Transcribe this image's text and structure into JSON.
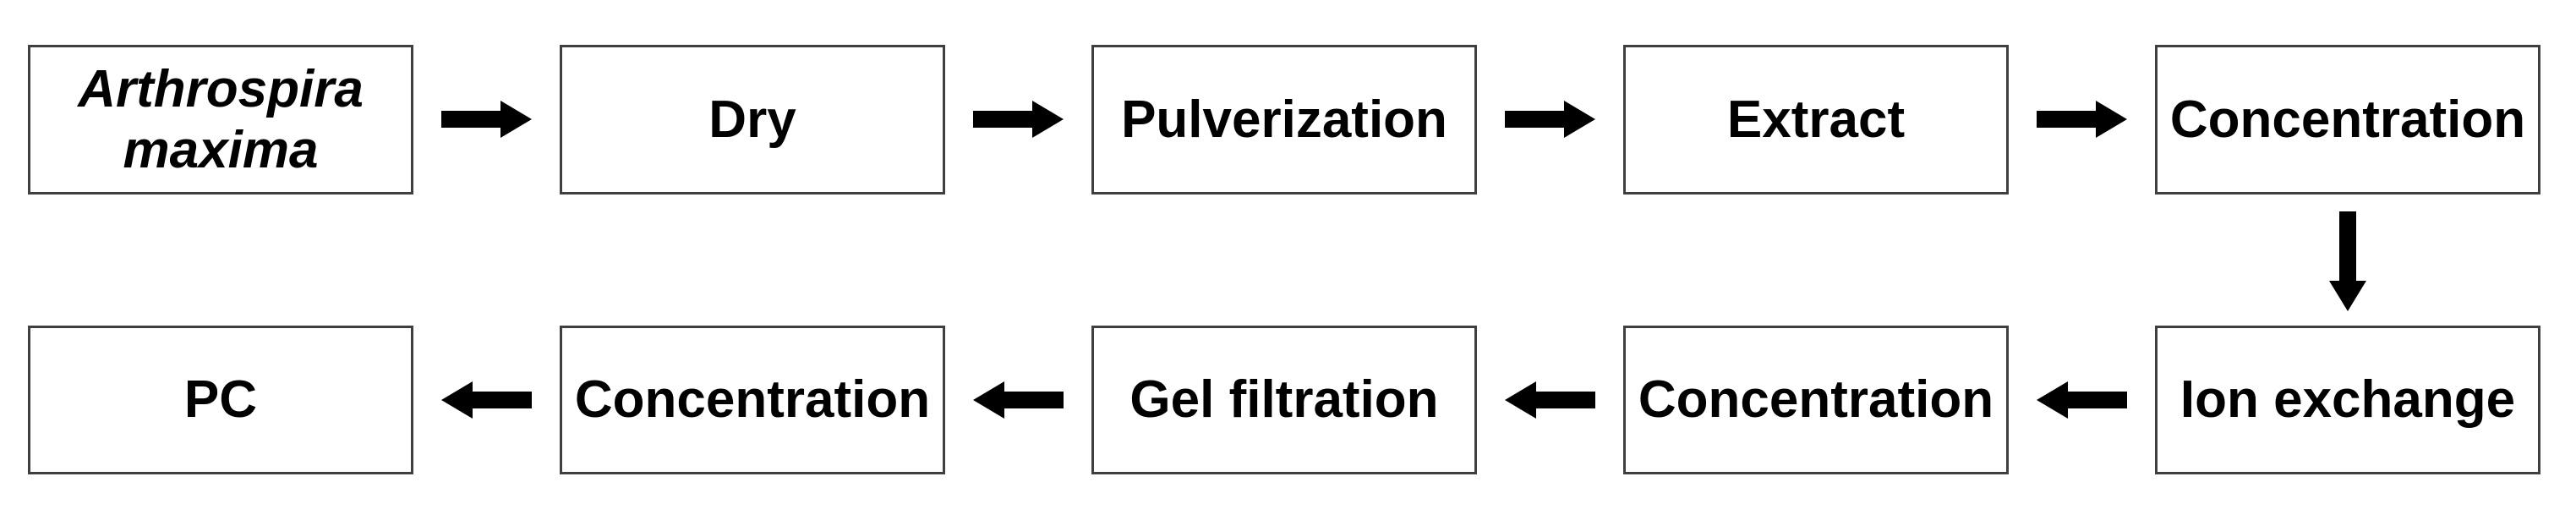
{
  "colors": {
    "background": "#ffffff",
    "box_fill": "#ffffff",
    "box_border": "#3f3f3f",
    "arrow": "#000000",
    "text": "#000000"
  },
  "flow": {
    "type": "flowchart",
    "description": "Two-row serpentine process flow; top row flows left to right, a vertical connector drops from the last top box to the last bottom box, bottom row flows right to left.",
    "rows": [
      {
        "name": "top",
        "arrow_direction": "right",
        "boxes": [
          {
            "label": "Arthrospira maxima",
            "line1": "Arthrospira",
            "line2": "maxima",
            "italic": true
          },
          {
            "label": "Dry"
          },
          {
            "label": "Pulverization"
          },
          {
            "label": "Extract"
          },
          {
            "label": "Concentration"
          }
        ]
      },
      {
        "name": "bottom",
        "arrow_direction": "left",
        "boxes": [
          {
            "label": "PC"
          },
          {
            "label": "Concentration"
          },
          {
            "label": "Gel filtration"
          },
          {
            "label": "Concentration"
          },
          {
            "label": "Ion exchange"
          }
        ]
      }
    ],
    "connectors": [
      {
        "from": "Arthrospira maxima",
        "to": "Dry",
        "direction": "right"
      },
      {
        "from": "Dry",
        "to": "Pulverization",
        "direction": "right"
      },
      {
        "from": "Pulverization",
        "to": "Extract",
        "direction": "right"
      },
      {
        "from": "Extract",
        "to": "Concentration",
        "direction": "right"
      },
      {
        "from": "Concentration",
        "to": "Ion exchange",
        "direction": "down"
      },
      {
        "from": "Ion exchange",
        "to": "Concentration",
        "direction": "left"
      },
      {
        "from": "Concentration",
        "to": "Gel filtration",
        "direction": "left"
      },
      {
        "from": "Gel filtration",
        "to": "Concentration",
        "direction": "left"
      },
      {
        "from": "Concentration",
        "to": "PC",
        "direction": "left"
      }
    ]
  }
}
